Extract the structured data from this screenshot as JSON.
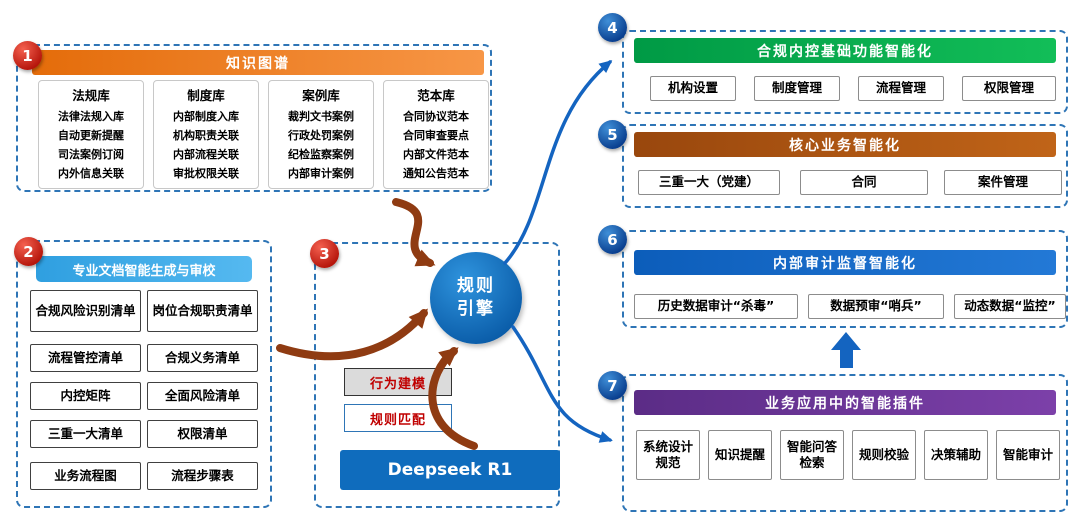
{
  "colors": {
    "panel_border": "#2E75B6",
    "orange_header": "#F79646",
    "lightblue_header": "#2F9FE0",
    "green_header": "#009A45",
    "brown_header": "#99470D",
    "blue_header": "#0C5DBA",
    "purple_header": "#5B2C86",
    "engine_blue": "#0A5CA8",
    "deepseek_blue": "#0F6CBD",
    "arrow_brown": "#8F3B12",
    "arrow_blue": "#1464C0",
    "badge_red": "#B5150B",
    "badge_blue": "#093E8E",
    "highlight_text_red": "#C00000"
  },
  "s1": {
    "num": "1",
    "title": "知识图谱",
    "cols": [
      {
        "h": "法规库",
        "items": [
          "法律法规入库",
          "自动更新提醒",
          "司法案例订阅",
          "内外信息关联"
        ]
      },
      {
        "h": "制度库",
        "items": [
          "内部制度入库",
          "机构职责关联",
          "内部流程关联",
          "审批权限关联"
        ]
      },
      {
        "h": "案例库",
        "items": [
          "裁判文书案例",
          "行政处罚案例",
          "纪检监察案例",
          "内部审计案例"
        ]
      },
      {
        "h": "范本库",
        "items": [
          "合同协议范本",
          "合同审查要点",
          "内部文件范本",
          "通知公告范本"
        ]
      }
    ]
  },
  "s2": {
    "num": "2",
    "title": "专业文档智能生成与审校",
    "cells": [
      "合规风险识别清单",
      "岗位合规职责清单",
      "流程管控清单",
      "合规义务清单",
      "内控矩阵",
      "全面风险清单",
      "三重一大清单",
      "权限清单",
      "业务流程图",
      "流程步骤表"
    ]
  },
  "s3": {
    "num": "3",
    "engine": "规则引擎",
    "box1": "行为建模",
    "box2": "规则匹配",
    "model": "Deepseek R1"
  },
  "s4": {
    "num": "4",
    "title": "合规内控基础功能智能化",
    "items": [
      "机构设置",
      "制度管理",
      "流程管理",
      "权限管理"
    ]
  },
  "s5": {
    "num": "5",
    "title": "核心业务智能化",
    "items": [
      "三重一大（党建）",
      "合同",
      "案件管理"
    ]
  },
  "s6": {
    "num": "6",
    "title": "内部审计监督智能化",
    "items": [
      "历史数据审计“杀毒”",
      "数据预审“哨兵”",
      "动态数据“监控”"
    ]
  },
  "s7": {
    "num": "7",
    "title": "业务应用中的智能插件",
    "items": [
      "系统设计规范",
      "知识提醒",
      "智能问答检索",
      "规则校验",
      "决策辅助",
      "智能审计"
    ]
  }
}
